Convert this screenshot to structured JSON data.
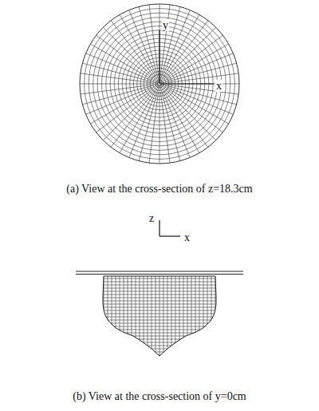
{
  "diagram": {
    "labels": [
      "y",
      "x",
      "(a) View at the cross-section of z=18.3cm",
      "z",
      "x",
      "(b) View at the cross-section of y=0cm"
    ]
  }
}
